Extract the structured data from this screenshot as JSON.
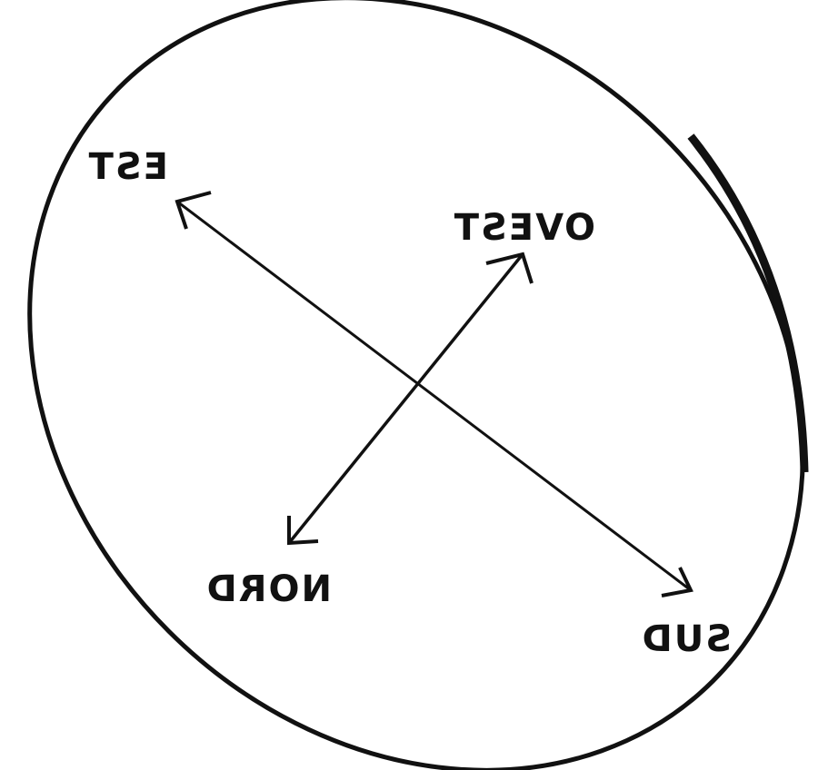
{
  "diagram": {
    "labels": {
      "est": "EST",
      "ovest": "OVEST",
      "nord": "NORD",
      "sud": "SUD"
    },
    "mirrored_text": true,
    "stroke_color": "#111111",
    "background": "#ffffff"
  }
}
